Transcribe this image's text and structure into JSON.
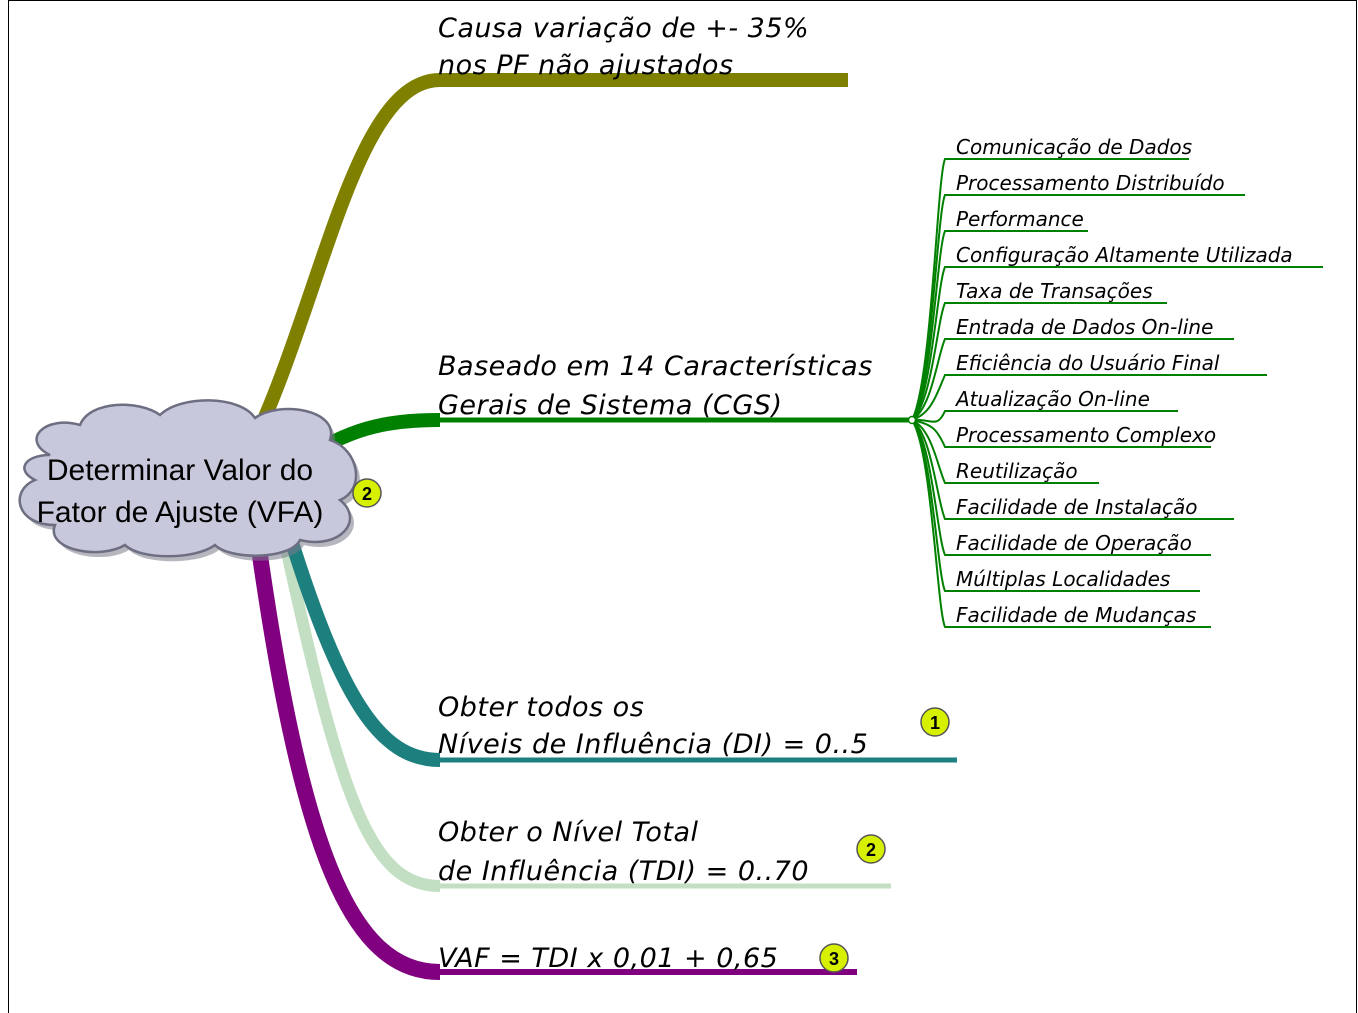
{
  "center": {
    "lines": [
      "Determinar Valor do",
      "Fator de Ajuste (VFA)"
    ],
    "badge": "2"
  },
  "branches": [
    {
      "id": "variacao",
      "lines": [
        "Causa variação de +- 35%",
        "nos PF não ajustados"
      ],
      "color": "#808000"
    },
    {
      "id": "cgs",
      "lines": [
        "Baseado em 14 Características",
        "Gerais de Sistema (CGS)"
      ],
      "color": "#008000"
    },
    {
      "id": "di",
      "lines": [
        "Obter todos os",
        "Níveis de Influência (DI) = 0..5"
      ],
      "color": "#1e7f7f",
      "badge": "1"
    },
    {
      "id": "tdi",
      "lines": [
        "Obter o Nível Total",
        "de Influência (TDI) = 0..70"
      ],
      "color": "#c3dfc3",
      "badge": "2"
    },
    {
      "id": "vaf",
      "lines": [
        "VAF = TDI x 0,01 + 0,65"
      ],
      "color": "#800080",
      "badge": "3"
    }
  ],
  "cgs_items": [
    "Comunicação de Dados",
    "Processamento Distribuído",
    "Performance",
    "Configuração Altamente Utilizada",
    "Taxa de Transações",
    "Entrada de Dados On-line",
    "Eficiência do Usuário Final",
    "Atualização On-line",
    "Processamento Complexo",
    "Reutilização",
    "Facilidade de Instalação",
    "Facilidade de Operação",
    "Múltiplas Localidades",
    "Facilidade de Mudanças"
  ],
  "colors": {
    "cloud_fill": "#c8c8dc",
    "cloud_stroke": "#6e6e82",
    "badge_fill": "#d7f000",
    "badge_stroke": "#555555"
  }
}
